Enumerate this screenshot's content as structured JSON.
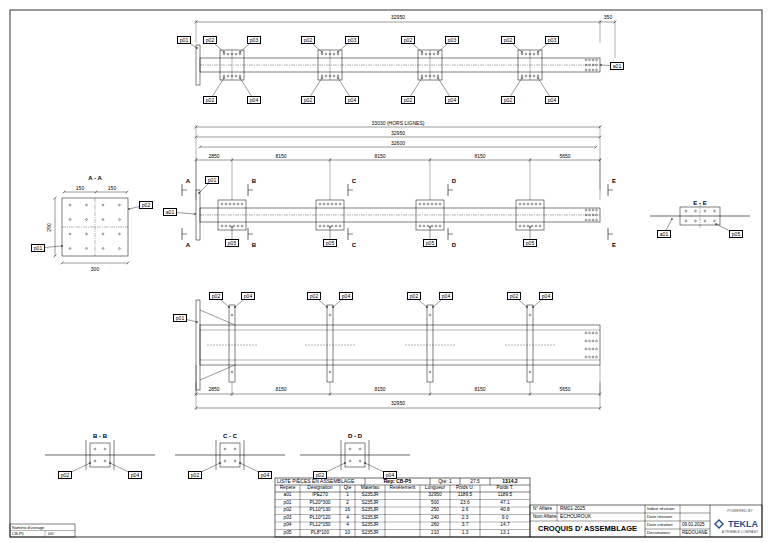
{
  "diagram": {
    "nodes": [
      {
        "text": [
          "p01"
        ]
      },
      {
        "text": [
          "p02"
        ]
      },
      {
        "text": [
          "p03"
        ]
      },
      {
        "text": [
          "p02"
        ]
      },
      {
        "text": [
          "p04"
        ]
      },
      {
        "text": [
          "p02"
        ]
      },
      {
        "text": [
          "p03"
        ]
      },
      {
        "text": [
          "p02"
        ]
      },
      {
        "text": [
          "p04"
        ]
      },
      {
        "text": [
          "p02"
        ]
      },
      {
        "text": [
          "p03"
        ]
      },
      {
        "text": [
          "p02"
        ]
      },
      {
        "text": [
          "p04"
        ]
      },
      {
        "text": [
          "p02"
        ]
      },
      {
        "text": [
          "p03"
        ]
      },
      {
        "text": [
          "p02"
        ]
      },
      {
        "text": [
          "p04"
        ]
      },
      {
        "text": [
          "a01"
        ]
      },
      {
        "text": [
          "a01"
        ]
      },
      {
        "text": [
          "p01"
        ]
      },
      {
        "text": [
          "p05"
        ]
      },
      {
        "text": [
          "p05"
        ]
      },
      {
        "text": [
          "p05"
        ]
      },
      {
        "text": [
          "p05"
        ]
      },
      {
        "text": [
          "p01"
        ]
      },
      {
        "text": [
          "p02"
        ]
      },
      {
        "text": [
          "p04"
        ]
      },
      {
        "text": [
          "p02"
        ]
      },
      {
        "text": [
          "p04"
        ]
      },
      {
        "text": [
          "p02"
        ]
      },
      {
        "text": [
          "p04"
        ]
      },
      {
        "text": [
          "p02"
        ]
      },
      {
        "text": [
          "p04"
        ]
      },
      {
        "text": [
          "p01"
        ]
      },
      {
        "text": [
          "p02"
        ]
      },
      {
        "text": [
          "a01"
        ]
      },
      {
        "text": [
          "p05"
        ]
      },
      {
        "text": [
          "p02"
        ]
      },
      {
        "text": [
          "p04"
        ]
      },
      {
        "text": [
          "p02"
        ]
      },
      {
        "text": [
          "p04"
        ]
      },
      {
        "text": [
          "p02"
        ]
      },
      {
        "text": [
          "p04"
        ]
      }
    ],
    "labels": [
      "32950",
      "350",
      "33030 (HORS LIGNES)",
      "32950",
      "32600",
      "2850",
      "8150",
      "8150",
      "8150",
      "5650",
      "A",
      "A",
      "B",
      "B",
      "C",
      "C",
      "D",
      "D",
      "E",
      "E",
      "2850",
      "8150",
      "8150",
      "8150",
      "5650",
      "32950",
      "A - A",
      "E - E",
      "B - B",
      "C - C",
      "D - D",
      "150",
      "150",
      "290",
      "300",
      "LISTE PIÈCES EN ASSEMBLAGE",
      "Rep: CB-P5",
      "Qté: 1",
      "27.5",
      "1314.2",
      "Repère",
      "Désignation",
      "Qté",
      "Matériau",
      "Revêtement",
      "Longueur",
      "Poids U.",
      "Poids T.",
      "a01",
      "IPE270",
      "1",
      "S235JR",
      "32950",
      "1189.5",
      "1189.5",
      "p01",
      "PL20*300",
      "2",
      "S235JR",
      "500",
      "23.6",
      "47.1",
      "p02",
      "PL10*130",
      "16",
      "S235JR",
      "250",
      "2.6",
      "40.8",
      "p03",
      "PL10*120",
      "4",
      "S235JR",
      "240",
      "2.3",
      "9.0",
      "p04",
      "PL12*150",
      "4",
      "S235JR",
      "260",
      "3.7",
      "14.7",
      "p05",
      "PL8*100",
      "10",
      "S235JR",
      "210",
      "1.3",
      "13.1",
      "N° Affaire",
      "RM01-2025",
      "Nom Affaire",
      "ECHOUROUK",
      "CROQUIS D' ASSEMBLAGE",
      "Indice révision",
      "Date révision",
      "Date création",
      "09.01.2025",
      "Dessinateur",
      "REDOUANE",
      "POWERED BY",
      "TEKLA",
      "A TRIMBLE COMPANY",
      "Numéro d'usinage",
      "CB-P5",
      "0/0"
    ]
  }
}
